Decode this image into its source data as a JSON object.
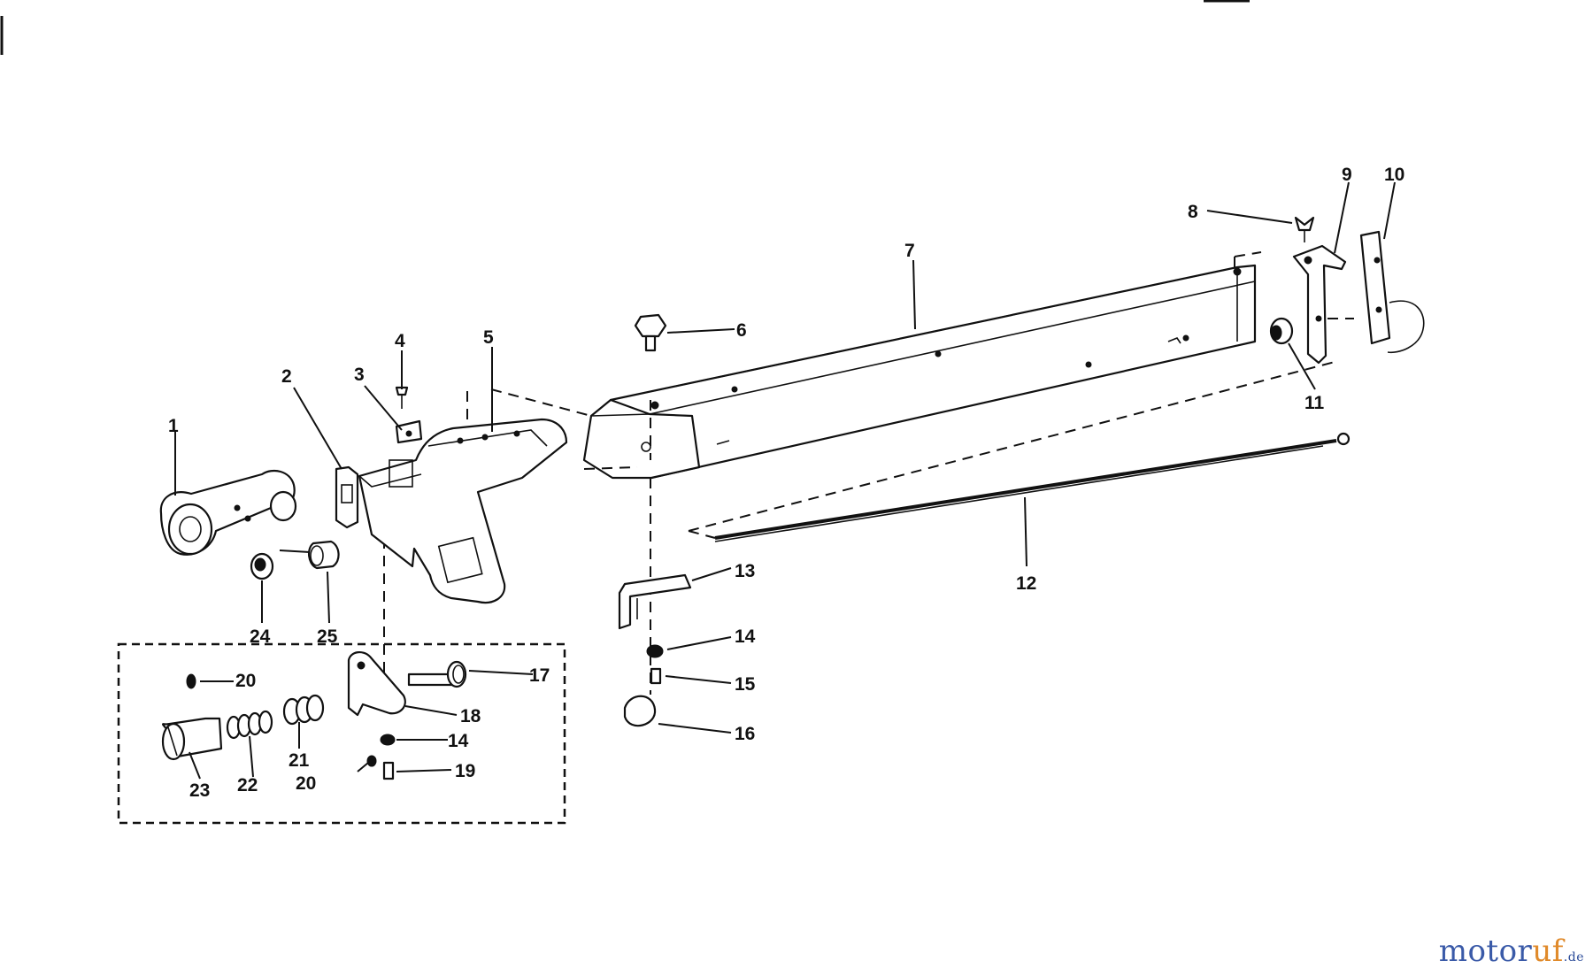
{
  "diagram": {
    "callouts": [
      "1",
      "2",
      "3",
      "4",
      "5",
      "6",
      "7",
      "8",
      "9",
      "10",
      "11",
      "12",
      "13",
      "14",
      "15",
      "16",
      "17",
      "18",
      "19",
      "20",
      "21",
      "22",
      "23",
      "24",
      "25"
    ],
    "callout_14_b": "14",
    "callout_20_b": "20"
  },
  "watermark": {
    "part_a": "motor",
    "part_b": "uf",
    "part_c": ".de"
  }
}
